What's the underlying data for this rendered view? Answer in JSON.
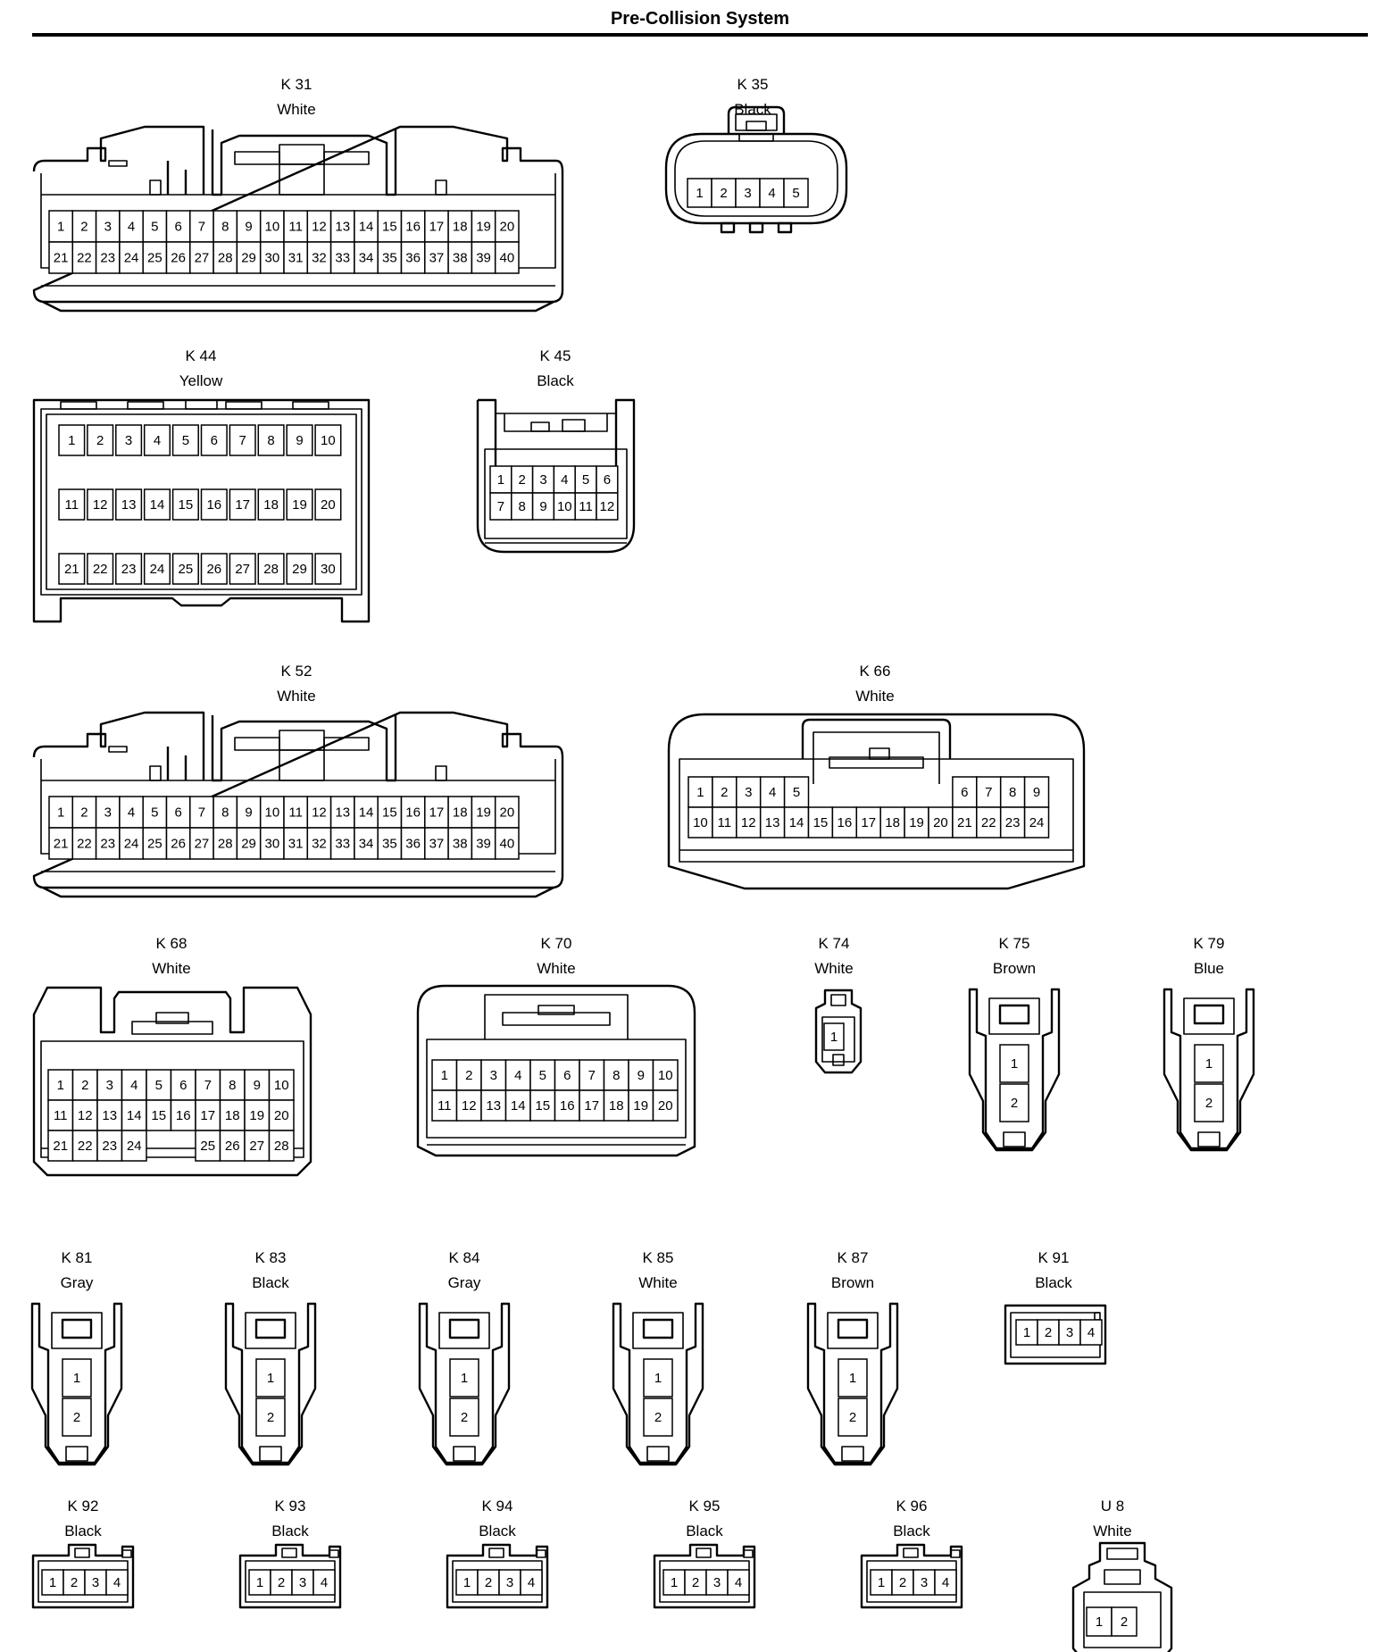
{
  "title": "Pre-Collision System",
  "connectors": [
    {
      "id": "K 31",
      "color": "White",
      "style": "big40",
      "pins": [
        [
          1,
          2,
          3,
          4,
          5,
          6,
          7,
          8,
          9,
          10,
          11,
          12,
          13,
          14,
          15,
          16,
          17,
          18,
          19,
          20
        ],
        [
          21,
          22,
          23,
          24,
          25,
          26,
          27,
          28,
          29,
          30,
          31,
          32,
          33,
          34,
          35,
          36,
          37,
          38,
          39,
          40
        ]
      ]
    },
    {
      "id": "K 35",
      "color": "Black",
      "style": "round5",
      "pins": [
        [
          1,
          2,
          3,
          4,
          5
        ]
      ]
    },
    {
      "id": "K 44",
      "color": "Yellow",
      "style": "box30",
      "pins": [
        [
          1,
          2,
          3,
          4,
          5,
          6,
          7,
          8,
          9,
          10
        ],
        [
          11,
          12,
          13,
          14,
          15,
          16,
          17,
          18,
          19,
          20
        ],
        [
          21,
          22,
          23,
          24,
          25,
          26,
          27,
          28,
          29,
          30
        ]
      ]
    },
    {
      "id": "K 45",
      "color": "Black",
      "style": "latch12",
      "pins": [
        [
          1,
          2,
          3,
          4,
          5,
          6
        ],
        [
          7,
          8,
          9,
          10,
          11,
          12
        ]
      ]
    },
    {
      "id": "K 52",
      "color": "White",
      "style": "big40",
      "pins": [
        [
          1,
          2,
          3,
          4,
          5,
          6,
          7,
          8,
          9,
          10,
          11,
          12,
          13,
          14,
          15,
          16,
          17,
          18,
          19,
          20
        ],
        [
          21,
          22,
          23,
          24,
          25,
          26,
          27,
          28,
          29,
          30,
          31,
          32,
          33,
          34,
          35,
          36,
          37,
          38,
          39,
          40
        ]
      ]
    },
    {
      "id": "K 66",
      "color": "White",
      "style": "wide24",
      "pins": [
        [
          1,
          2,
          3,
          4,
          5,
          null,
          null,
          null,
          null,
          null,
          null,
          6,
          7,
          8,
          9
        ],
        [
          10,
          11,
          12,
          13,
          14,
          15,
          16,
          17,
          18,
          19,
          20,
          21,
          22,
          23,
          24
        ]
      ]
    },
    {
      "id": "K 68",
      "color": "White",
      "style": "mid28",
      "pins": [
        [
          1,
          2,
          3,
          4,
          5,
          6,
          7,
          8,
          9,
          10
        ],
        [
          11,
          12,
          13,
          14,
          15,
          16,
          17,
          18,
          19,
          20
        ],
        [
          21,
          22,
          23,
          24,
          null,
          null,
          25,
          26,
          27,
          28
        ]
      ]
    },
    {
      "id": "K 70",
      "color": "White",
      "style": "mid20",
      "pins": [
        [
          1,
          2,
          3,
          4,
          5,
          6,
          7,
          8,
          9,
          10
        ],
        [
          11,
          12,
          13,
          14,
          15,
          16,
          17,
          18,
          19,
          20
        ]
      ]
    },
    {
      "id": "K 74",
      "color": "White",
      "style": "small1",
      "pins": [
        [
          1
        ]
      ]
    },
    {
      "id": "K 75",
      "color": "Brown",
      "style": "two",
      "pins": [
        [
          1
        ],
        [
          2
        ]
      ]
    },
    {
      "id": "K 79",
      "color": "Blue",
      "style": "two",
      "pins": [
        [
          1
        ],
        [
          2
        ]
      ]
    },
    {
      "id": "K 81",
      "color": "Gray",
      "style": "two",
      "pins": [
        [
          1
        ],
        [
          2
        ]
      ]
    },
    {
      "id": "K 83",
      "color": "Black",
      "style": "two",
      "pins": [
        [
          1
        ],
        [
          2
        ]
      ]
    },
    {
      "id": "K 84",
      "color": "Gray",
      "style": "two",
      "pins": [
        [
          1
        ],
        [
          2
        ]
      ]
    },
    {
      "id": "K 85",
      "color": "White",
      "style": "two",
      "pins": [
        [
          1
        ],
        [
          2
        ]
      ]
    },
    {
      "id": "K 87",
      "color": "Brown",
      "style": "two",
      "pins": [
        [
          1
        ],
        [
          2
        ]
      ]
    },
    {
      "id": "K 91",
      "color": "Black",
      "style": "four",
      "pins": [
        [
          1,
          2,
          3,
          4
        ]
      ]
    },
    {
      "id": "K 92",
      "color": "Black",
      "style": "four_notch",
      "pins": [
        [
          1,
          2,
          3,
          4
        ]
      ]
    },
    {
      "id": "K 93",
      "color": "Black",
      "style": "four_notch",
      "pins": [
        [
          1,
          2,
          3,
          4
        ]
      ]
    },
    {
      "id": "K 94",
      "color": "Black",
      "style": "four_notch",
      "pins": [
        [
          1,
          2,
          3,
          4
        ]
      ]
    },
    {
      "id": "K 95",
      "color": "Black",
      "style": "four_notch",
      "pins": [
        [
          1,
          2,
          3,
          4
        ]
      ]
    },
    {
      "id": "K 96",
      "color": "Black",
      "style": "four_notch",
      "pins": [
        [
          1,
          2,
          3,
          4
        ]
      ]
    },
    {
      "id": "U 8",
      "color": "White",
      "style": "u8",
      "pins": [
        [
          1,
          2
        ]
      ]
    }
  ]
}
